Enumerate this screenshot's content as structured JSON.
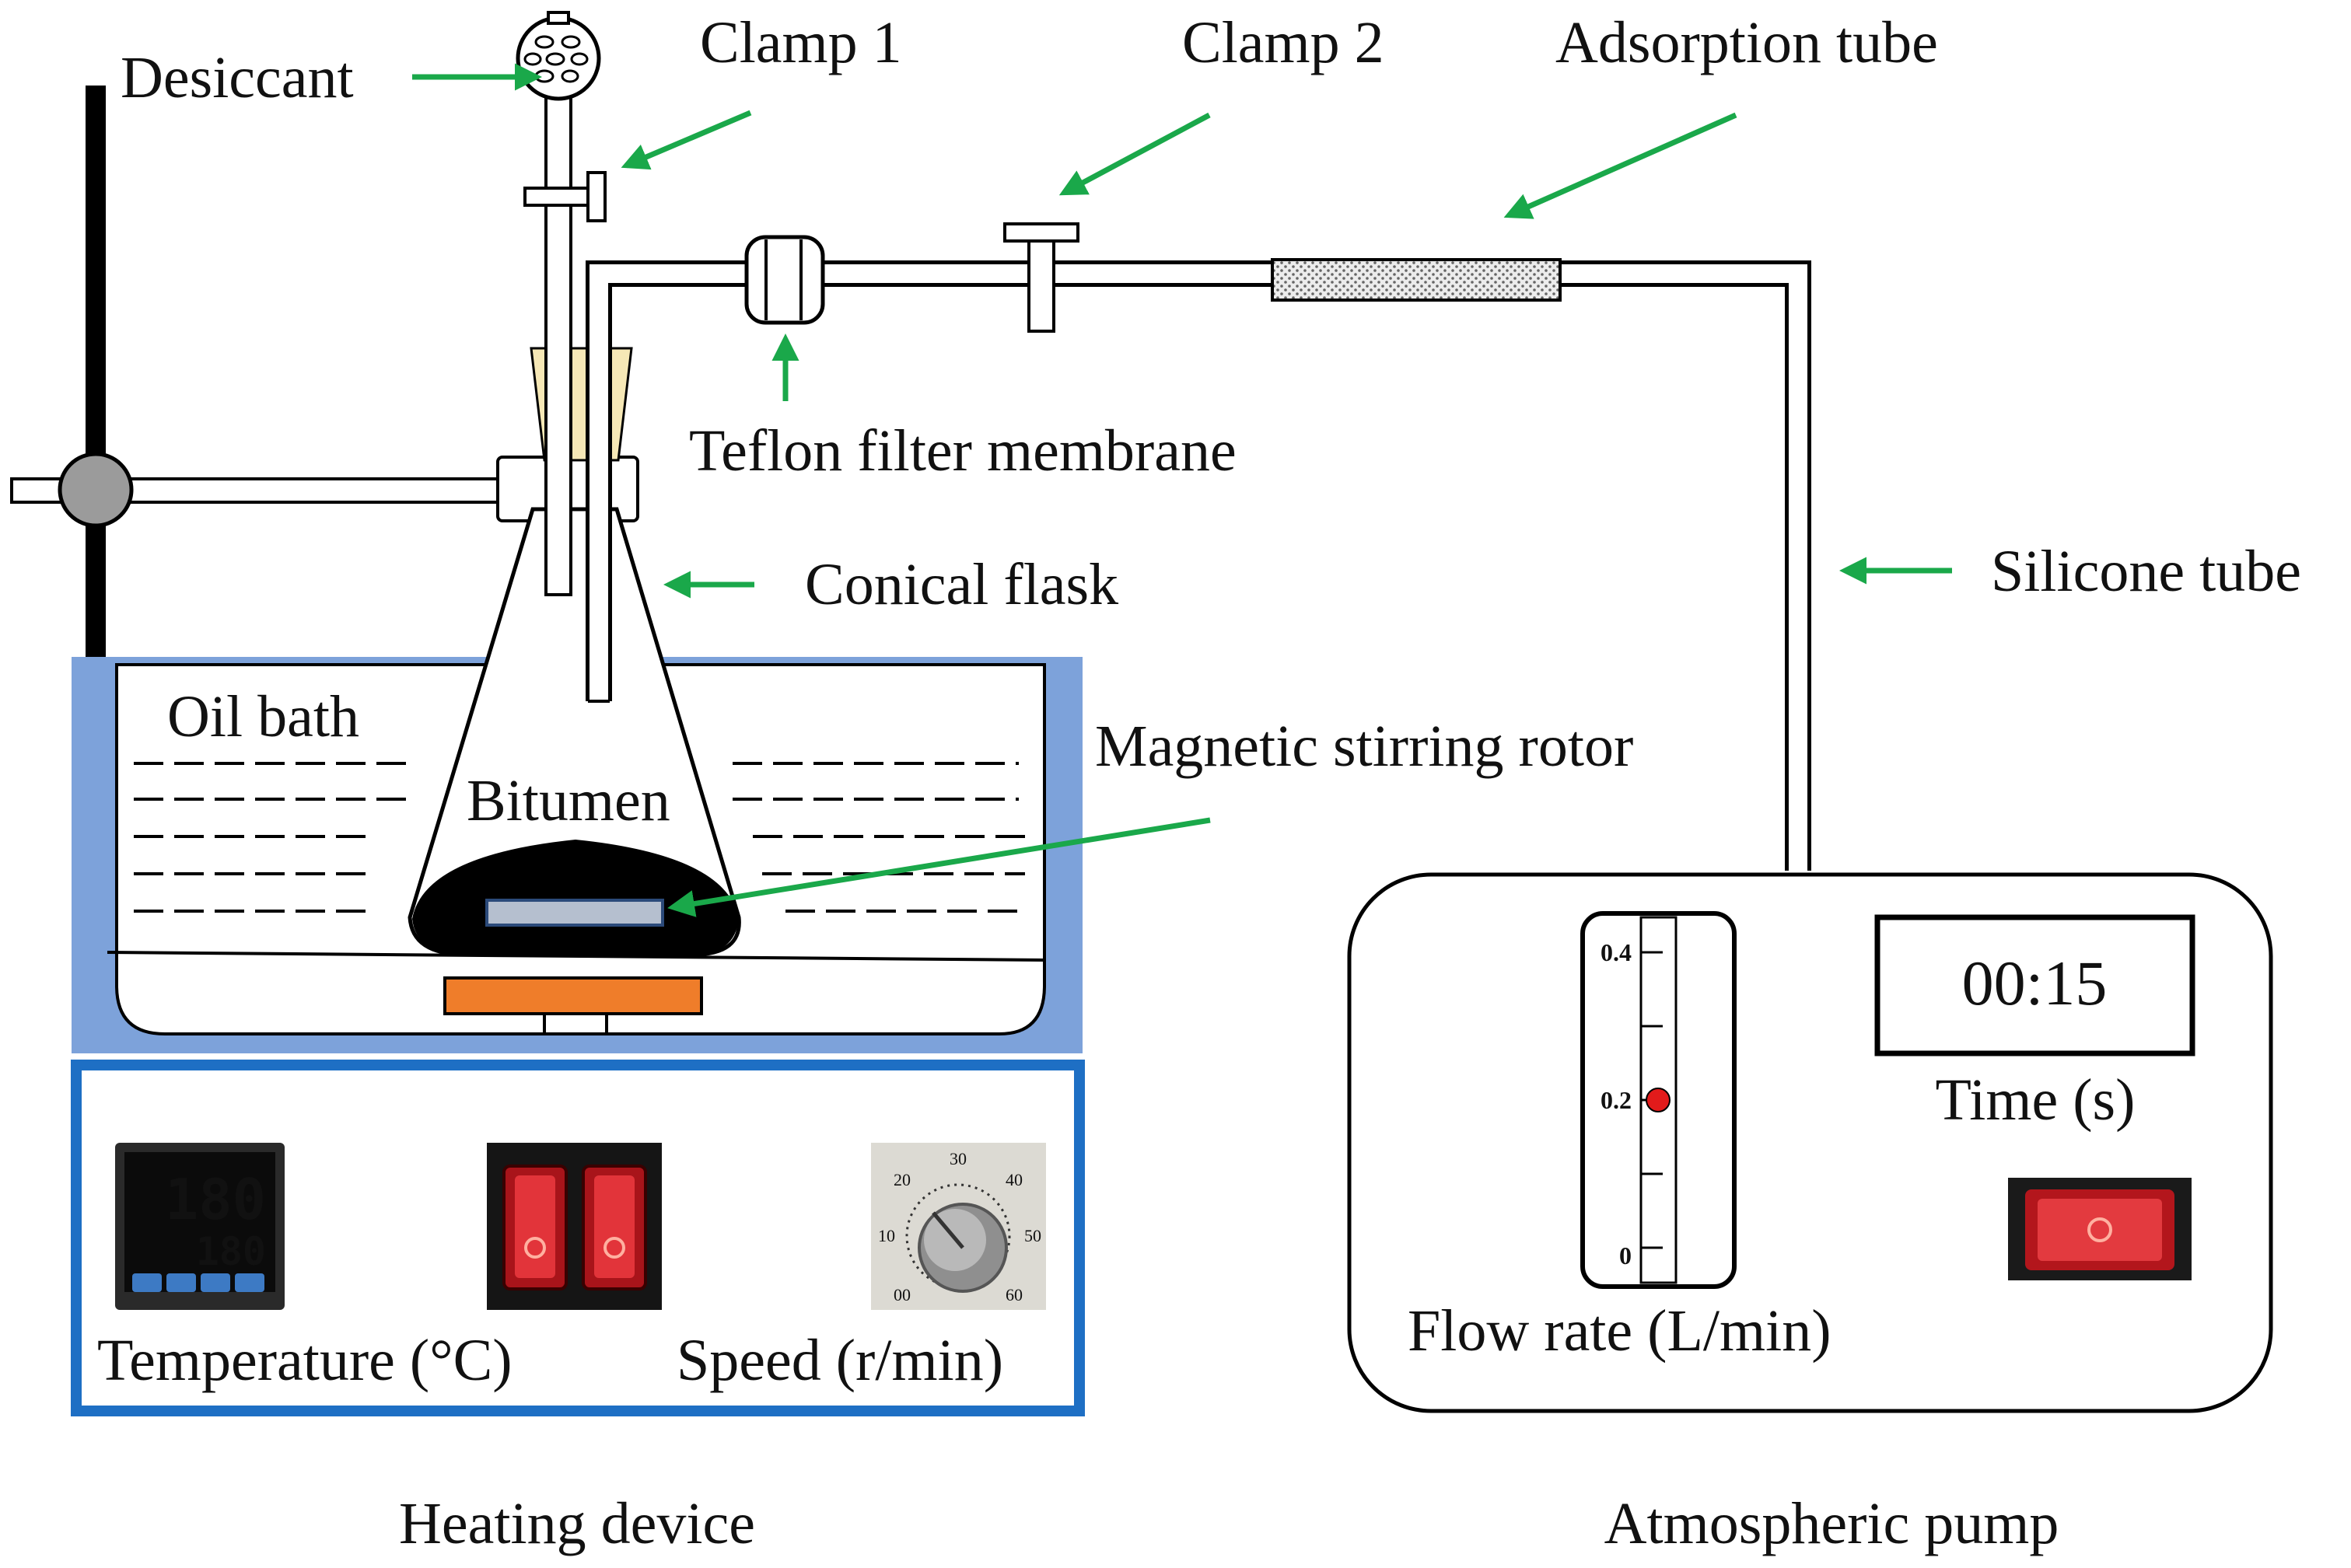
{
  "labels": {
    "desiccant": "Desiccant",
    "clamp1": "Clamp 1",
    "clamp2": "Clamp 2",
    "adsorption_tube": "Adsorption tube",
    "teflon_filter": "Teflon filter membrane",
    "conical_flask": "Conical flask",
    "silicone_tube": "Silicone tube",
    "oil_bath": "Oil bath",
    "bitumen": "Bitumen",
    "magnetic_rotor": "Magnetic stirring rotor",
    "temperature": "Temperature (°C)",
    "speed": "Speed (r/min)",
    "flow_rate": "Flow rate (L/min)",
    "time": "Time (s)",
    "heating_device": "Heating device",
    "atmospheric_pump": "Atmospheric pump"
  },
  "readouts": {
    "temp_pv": "180",
    "temp_sv": "180",
    "timer": "00:15",
    "flow_ticks": [
      "0.4",
      "0.2",
      "0"
    ],
    "flow_value": 0.2,
    "speed_dial_ticks": [
      "20",
      "30",
      "40",
      "10",
      "50",
      "00",
      "60"
    ]
  },
  "colors": {
    "arrow": "#1aa84a",
    "bath_frame": "#7da2da",
    "control_frame": "#1e6fc4",
    "heater": "#ef7d2a",
    "rotor": "#b5bfcf",
    "bitumen": "#000000",
    "indicator": "#e21b1b"
  }
}
